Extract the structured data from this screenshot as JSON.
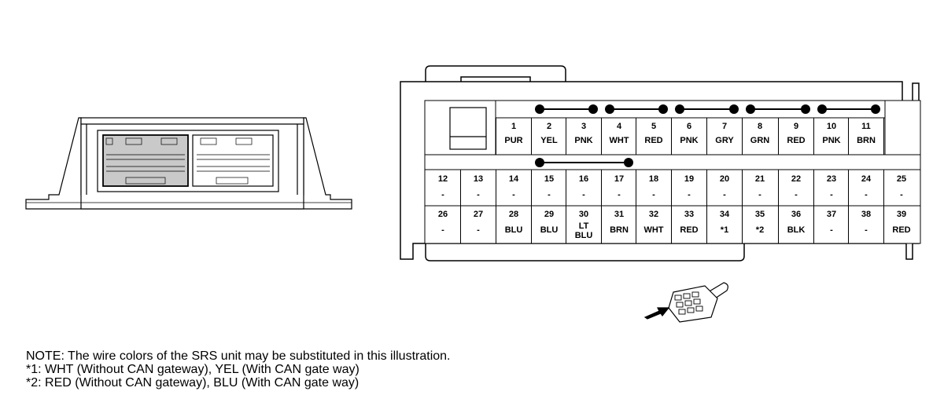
{
  "pins": [
    {
      "num": "1",
      "color": "PUR"
    },
    {
      "num": "2",
      "color": "YEL"
    },
    {
      "num": "3",
      "color": "PNK"
    },
    {
      "num": "4",
      "color": "WHT"
    },
    {
      "num": "5",
      "color": "RED"
    },
    {
      "num": "6",
      "color": "PNK"
    },
    {
      "num": "7",
      "color": "GRY"
    },
    {
      "num": "8",
      "color": "GRN"
    },
    {
      "num": "9",
      "color": "RED"
    },
    {
      "num": "10",
      "color": "PNK"
    },
    {
      "num": "11",
      "color": "BRN"
    },
    {
      "num": "12",
      "color": "-"
    },
    {
      "num": "13",
      "color": "-"
    },
    {
      "num": "14",
      "color": "-"
    },
    {
      "num": "15",
      "color": "-"
    },
    {
      "num": "16",
      "color": "-"
    },
    {
      "num": "17",
      "color": "-"
    },
    {
      "num": "18",
      "color": "-"
    },
    {
      "num": "19",
      "color": "-"
    },
    {
      "num": "20",
      "color": "-"
    },
    {
      "num": "21",
      "color": "-"
    },
    {
      "num": "22",
      "color": "-"
    },
    {
      "num": "23",
      "color": "-"
    },
    {
      "num": "24",
      "color": "-"
    },
    {
      "num": "25",
      "color": "-"
    },
    {
      "num": "26",
      "color": "-"
    },
    {
      "num": "27",
      "color": "-"
    },
    {
      "num": "28",
      "color": "BLU"
    },
    {
      "num": "29",
      "color": "BLU"
    },
    {
      "num": "30",
      "color": "LT\nBLU"
    },
    {
      "num": "31",
      "color": "BRN"
    },
    {
      "num": "32",
      "color": "WHT"
    },
    {
      "num": "33",
      "color": "RED"
    },
    {
      "num": "34",
      "color": "*1"
    },
    {
      "num": "35",
      "color": "*2"
    },
    {
      "num": "36",
      "color": "BLK"
    },
    {
      "num": "37",
      "color": "-"
    },
    {
      "num": "38",
      "color": "-"
    },
    {
      "num": "39",
      "color": "RED"
    }
  ],
  "notes": {
    "line1": "NOTE: The wire colors of the SRS unit may be substituted in this illustration.",
    "line2": "*1: WHT (Without CAN gateway), YEL (With CAN gate way)",
    "line3": "*2: RED (Without CAN gateway), BLU (With CAN gate way)"
  }
}
